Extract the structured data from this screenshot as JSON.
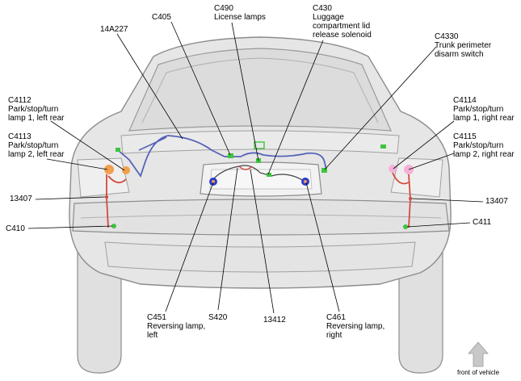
{
  "labels": {
    "c405": "C405",
    "c490": [
      "C490",
      "License lamps"
    ],
    "c430": [
      "C430",
      "Luggage",
      "compartment lid",
      "release solenoid"
    ],
    "l14a227": "14A227",
    "c4330": [
      "C4330",
      "Trunk perimeter",
      "disarm switch"
    ],
    "c4112": [
      "C4112",
      "Park/stop/turn",
      "lamp 1, left rear"
    ],
    "c4113": [
      "C4113",
      "Park/stop/turn",
      "lamp 2, left rear"
    ],
    "c4114": [
      "C4114",
      "Park/stop/turn",
      "lamp 1, right rear"
    ],
    "c4115": [
      "C4115",
      "Park/stop/turn",
      "lamp 2, right rear"
    ],
    "l13407_left": "13407",
    "l13407_right": "13407",
    "c410": "C410",
    "c411": "C411",
    "c451": [
      "C451",
      "Reversing lamp,",
      "left"
    ],
    "s420": "S420",
    "l13412": "13412",
    "c461": [
      "C461",
      "Reversing lamp,",
      "right"
    ]
  },
  "footer": {
    "front_of_vehicle": "front of vehicle"
  },
  "colors": {
    "body_fill": "#e6e6e6",
    "body_stroke": "#8c8c8c",
    "harness_blue": "#5563b8",
    "harness_red": "#d24b3c",
    "connector_green": "#3ec43e",
    "connector_orange": "#f0a050",
    "connector_pink": "#f5b0d8",
    "connector_blue": "#2b3bd0"
  }
}
